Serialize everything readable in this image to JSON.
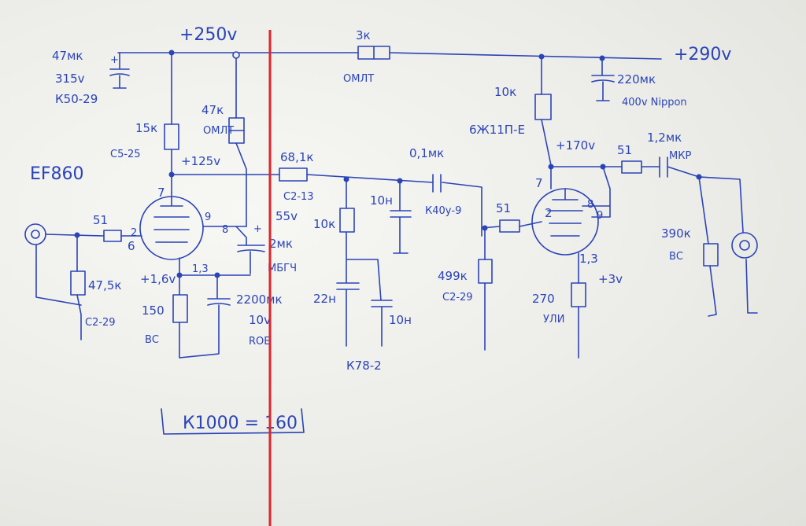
{
  "supply": {
    "left_rail": "+250v",
    "right_rail": "+290v",
    "series_resistor": "3к",
    "series_resistor_type": "ОМЛТ"
  },
  "stage1": {
    "tube": "EF860",
    "cap_in_value": "47мк",
    "cap_in_voltage": "315v",
    "cap_in_type": "К50-29",
    "anode_resistor": "15к",
    "anode_resistor_type": "С5-25",
    "anode_voltage": "+125v",
    "screen_resistor": "47к",
    "screen_resistor_type": "ОМЛТ",
    "screen_cap": "2мк",
    "screen_cap_type": "МБГЧ",
    "grid_resistor": "51",
    "input_resistor": "47,5к",
    "input_resistor_type": "С2-29",
    "cathode_voltage": "+1,6v",
    "cathode_resistor": "150",
    "cathode_resistor_type": "ВС",
    "cathode_cap": "2200мк",
    "cathode_cap_voltage": "10v",
    "cathode_cap_type": "ROE",
    "pin_anode": "7",
    "pin_grid": "2",
    "pin_screen": "9",
    "pin_g3": "8",
    "pin_cathode": "1,3",
    "pin_heater": "6"
  },
  "filter": {
    "series_resistor": "68,1к",
    "series_resistor_type": "С2-13",
    "voltage": "55v",
    "shunt_resistor": "10к",
    "cap1": "22н",
    "cap2": "10н",
    "cap3": "10н",
    "cap_type": "К78-2",
    "coupling_cap": "0,1мк",
    "coupling_cap_type": "К40у-9"
  },
  "stage2": {
    "tube": "6Ж11П-Е",
    "anode_resistor": "10к",
    "anode_voltage": "+170v",
    "grid_resistor": "51",
    "grid_leak": "499к",
    "grid_leak_type": "С2-29",
    "cathode_resistor": "270",
    "cathode_resistor_type": "УЛИ",
    "cathode_voltage": "+3v",
    "pin_anode": "7",
    "pin_grid": "2",
    "pin_screen": "8",
    "pin_g3": "9",
    "pin_cathode": "1,3",
    "supply_cap": "220мк",
    "supply_cap_rating": "400v Nippon",
    "out_resistor": "51",
    "out_cap": "1,2мк",
    "out_cap_type": "МКР",
    "out_leak": "390к",
    "out_leak_type": "ВС"
  },
  "gain_note": "К1000 = 160"
}
